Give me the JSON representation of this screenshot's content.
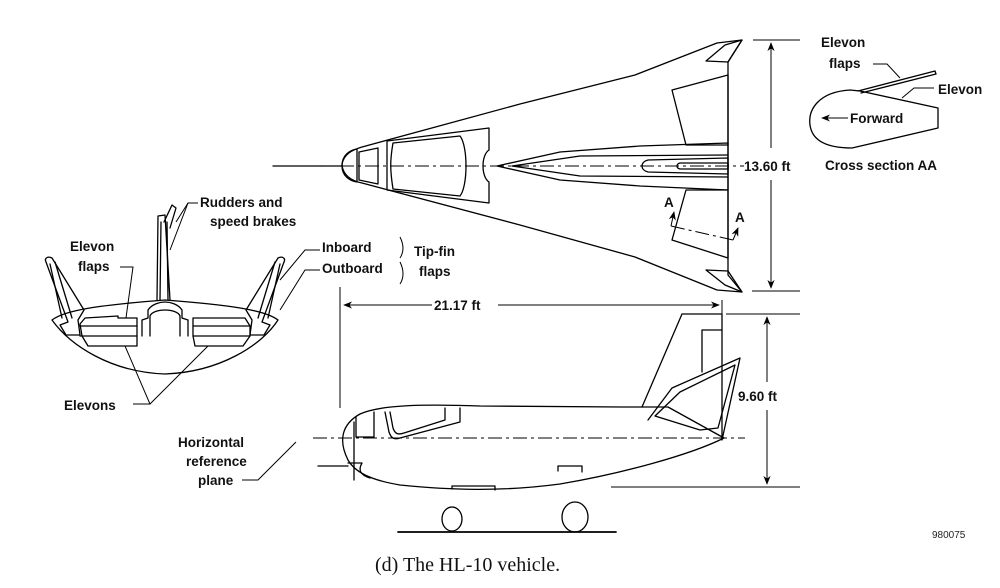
{
  "figure": {
    "caption": "(d) The HL-10 vehicle.",
    "figure_code": "980075"
  },
  "top_view": {
    "span_dimension": "13.60 ft",
    "section_marker_left": "A",
    "section_marker_right": "A"
  },
  "cross_section": {
    "title": "Cross section AA",
    "elevon_flaps_label_line1": "Elevon",
    "elevon_flaps_label_line2": "flaps",
    "elevon_label": "Elevon",
    "forward_label": "Forward"
  },
  "rear_view": {
    "rudders_label_line1": "Rudders and",
    "rudders_label_line2": "speed brakes",
    "elevon_flaps_line1": "Elevon",
    "elevon_flaps_line2": "flaps",
    "inboard_label": "Inboard",
    "outboard_label": "Outboard",
    "tipfin_label_line1": "Tip-fin",
    "tipfin_label_line2": "flaps",
    "elevons_label": "Elevons"
  },
  "side_view": {
    "length_dimension": "21.17 ft",
    "height_dimension": "9.60 ft",
    "reference_label_line1": "Horizontal",
    "reference_label_line2": "reference",
    "reference_label_line3": "plane"
  }
}
